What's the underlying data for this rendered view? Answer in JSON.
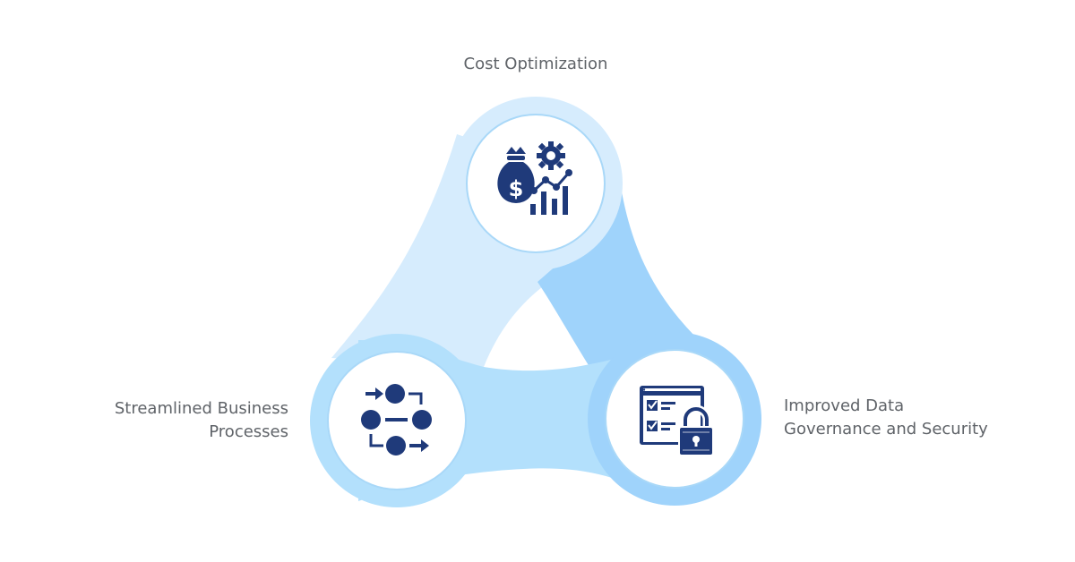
{
  "nodes": [
    {
      "id": "cost",
      "label_lines": [
        "Cost Optimization"
      ],
      "icon": "money-bag-gear-chart-icon"
    },
    {
      "id": "streamlined",
      "label_lines": [
        "Streamlined Business",
        "Processes"
      ],
      "icon": "process-flow-icon"
    },
    {
      "id": "governance",
      "label_lines": [
        "Improved Data",
        "Governance and Security"
      ],
      "icon": "secure-checklist-lock-icon"
    }
  ],
  "colors": {
    "light_blue": "#d6ecfd",
    "mid_blue": "#b3e0fc",
    "sky_blue": "#9fd3fb",
    "circle_stroke": "#a9d8f8",
    "icon_navy": "#1f3a7a",
    "text_gray": "#5f6368"
  }
}
